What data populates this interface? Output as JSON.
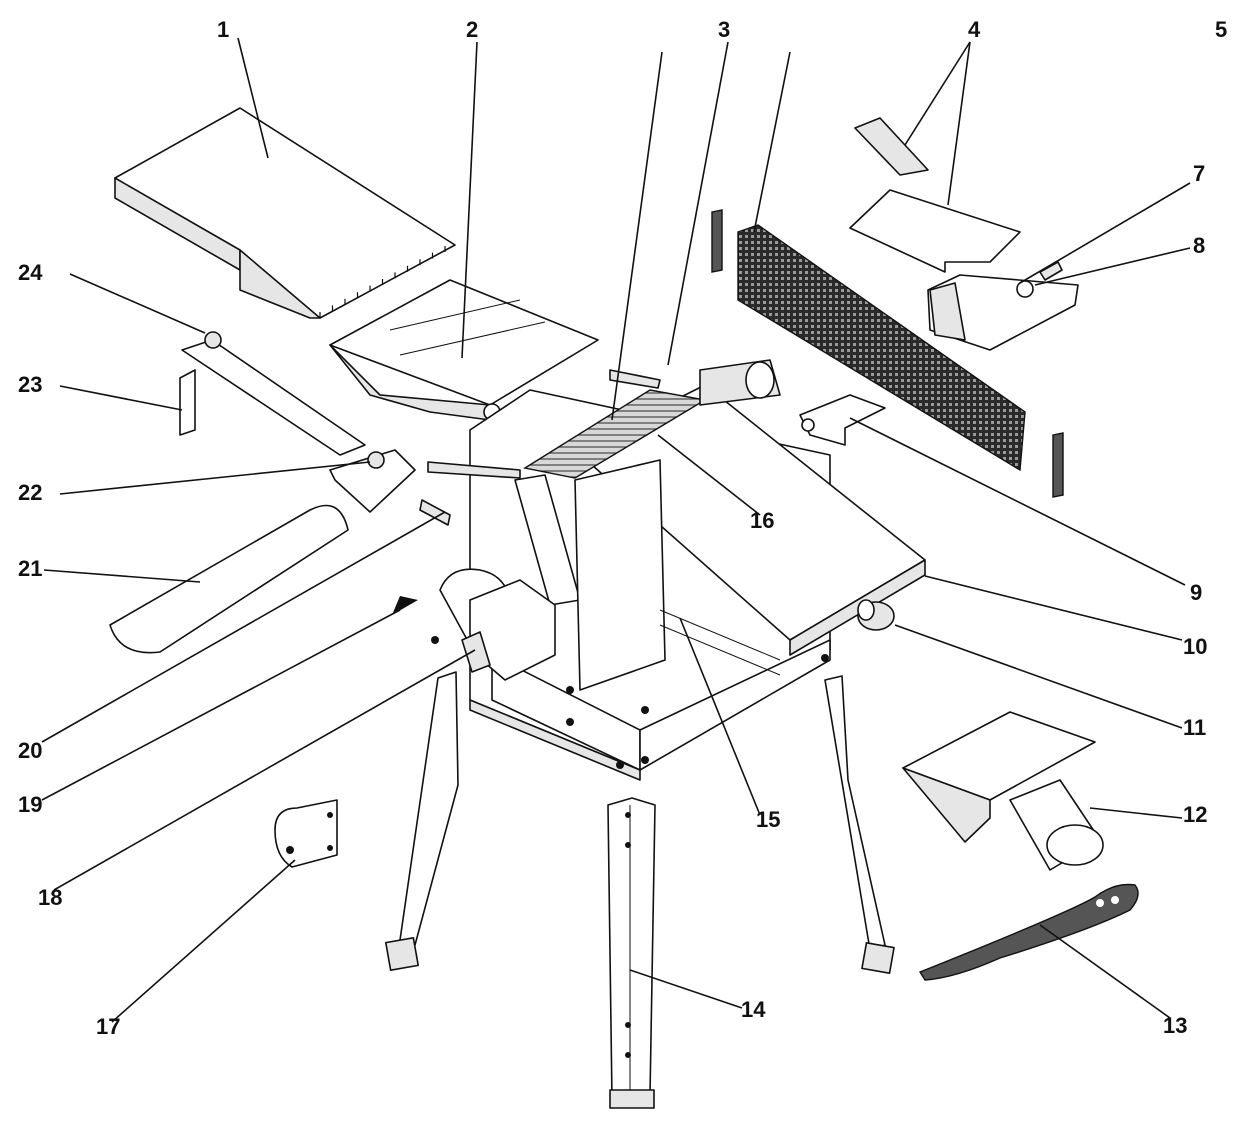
{
  "callouts": [
    "1",
    "2",
    "3",
    "4",
    "5",
    "7",
    "8",
    "9",
    "10",
    "11",
    "12",
    "13",
    "14",
    "15",
    "16",
    "17",
    "18",
    "19",
    "20",
    "21",
    "22",
    "23",
    "24"
  ]
}
